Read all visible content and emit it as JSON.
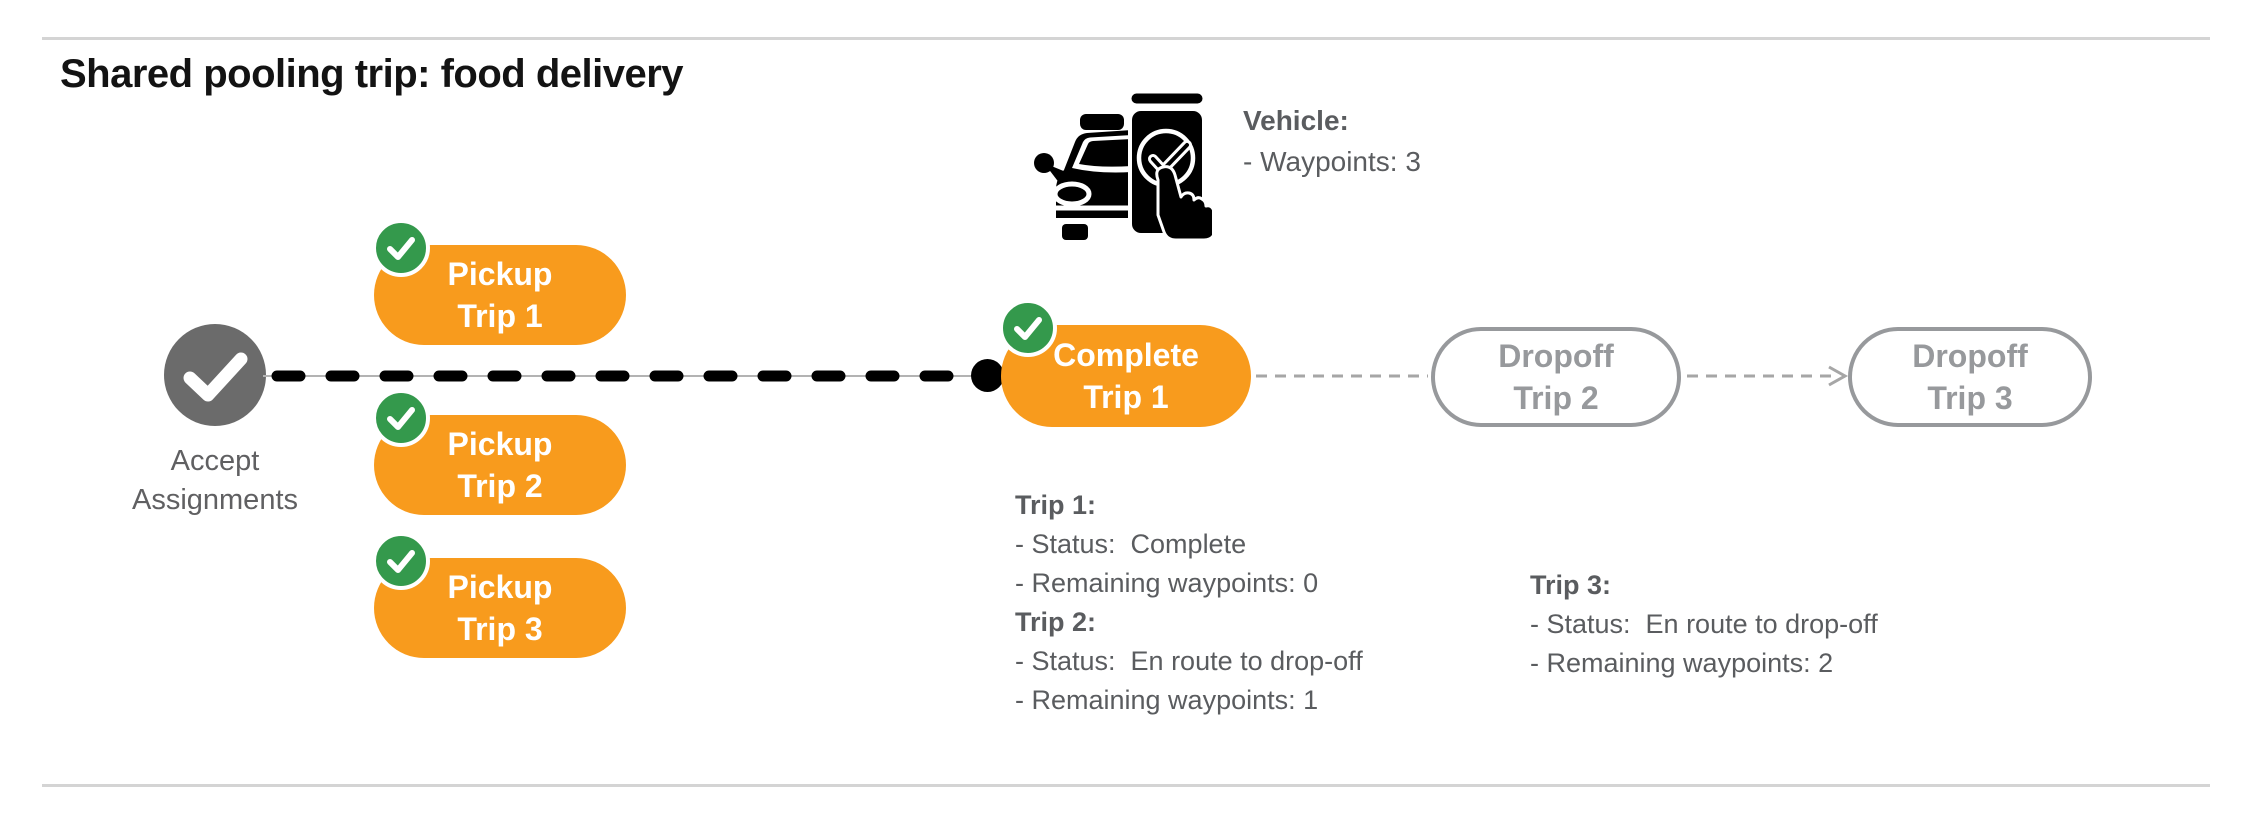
{
  "title": "Shared pooling trip: food delivery",
  "vehicle": {
    "heading": "Vehicle:",
    "waypoints": "- Waypoints: 3"
  },
  "flow": {
    "accept_label": "Accept\nAssignments",
    "pickups": [
      {
        "label": "Pickup\nTrip 1"
      },
      {
        "label": "Pickup\nTrip 2"
      },
      {
        "label": "Pickup\nTrip 3"
      }
    ],
    "complete_label": "Complete\nTrip 1",
    "dropoffs": [
      {
        "label": "Dropoff\nTrip 2"
      },
      {
        "label": "Dropoff\nTrip 3"
      }
    ]
  },
  "status": {
    "trip1_heading": "Trip 1:",
    "trip1_details": "- Status:  Complete\n- Remaining waypoints: 0",
    "trip2_heading": "Trip 2:",
    "trip2_details": "- Status:  En route to drop-off\n- Remaining waypoints: 1",
    "trip3_heading": "Trip 3:",
    "trip3_details": "- Status:  En route to drop-off\n- Remaining waypoints: 2"
  },
  "colors": {
    "accent_orange": "#F89B1D",
    "badge_green": "#34994C",
    "node_gray": "#6B6B6B",
    "text_gray": "#5A5C5F",
    "outline_gray": "#97999C",
    "connector_gray": "#A6A6A6",
    "divider_gray": "#D4D4D4",
    "title_black": "#131313"
  }
}
